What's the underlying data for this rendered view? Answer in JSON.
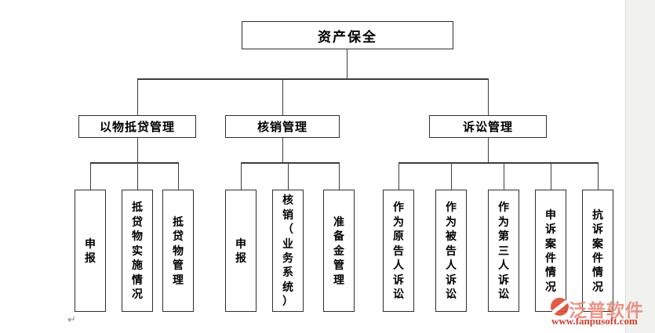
{
  "diagram": {
    "root": {
      "label": "资产保全"
    },
    "branches": [
      {
        "label": "以物抵贷管理",
        "children": [
          "申报",
          "抵贷物实施情况",
          "抵贷物管理"
        ]
      },
      {
        "label": "核销管理",
        "children": [
          "申报",
          "核销（业务系统）",
          "准备金管理"
        ]
      },
      {
        "label": "诉讼管理",
        "children": [
          "作为原告人诉讼",
          "作为被告人诉讼",
          "作为第三人诉讼",
          "申诉案件情况",
          "抗诉案件情况"
        ]
      }
    ],
    "line_color": "#3d3d3d",
    "box_border_color": "#2f2f2f",
    "box_fill": "#ffffff",
    "text_color": "#000000"
  },
  "watermark": {
    "brand": "泛普软件",
    "url": "www.fanpusoft.com",
    "brand_color": "#ea8b7d",
    "url_color": "#c92c17",
    "logo_color": "#dd4f38"
  },
  "editor": {
    "paragraph_mark": "↵"
  }
}
